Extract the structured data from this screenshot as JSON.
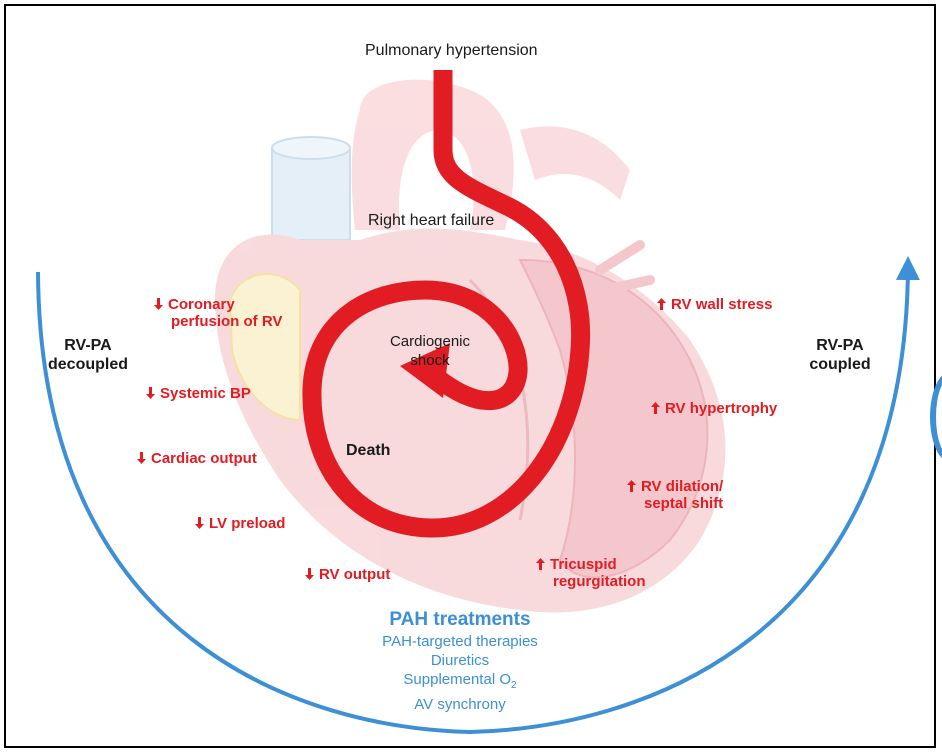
{
  "top_label": "Pulmonary hypertension",
  "spiral_labels": {
    "right_heart_failure": "Right heart failure",
    "cardiogenic_shock_l1": "Cardiogenic",
    "cardiogenic_shock_l2": "shock",
    "death": "Death"
  },
  "side_labels": {
    "left_l1": "RV-PA",
    "left_l2": "decoupled",
    "right_l1": "RV-PA",
    "right_l2": "coupled"
  },
  "decreases": [
    {
      "l1": "Coronary",
      "l2": "perfusion of RV"
    },
    {
      "l1": "Systemic BP"
    },
    {
      "l1": "Cardiac output"
    },
    {
      "l1": "LV preload"
    },
    {
      "l1": "RV output"
    }
  ],
  "increases": [
    {
      "l1": "RV wall stress"
    },
    {
      "l1": "RV hypertrophy"
    },
    {
      "l1": "RV dilation/",
      "l2": "septal shift"
    },
    {
      "l1": "Tricuspid",
      "l2": "regurgitation"
    }
  ],
  "treatments": {
    "title": "PAH treatments",
    "items": [
      "PAH-targeted therapies",
      "Diuretics",
      "Supplemental O",
      "AV synchrony"
    ],
    "subscript": "2"
  },
  "colors": {
    "red": "#e21c23",
    "blue": "#3d8fd6",
    "heart_pink": "#f7d3d6",
    "vessel_blue": "#dbeaf4",
    "ventricle_yellow": "#fbf2cf"
  }
}
